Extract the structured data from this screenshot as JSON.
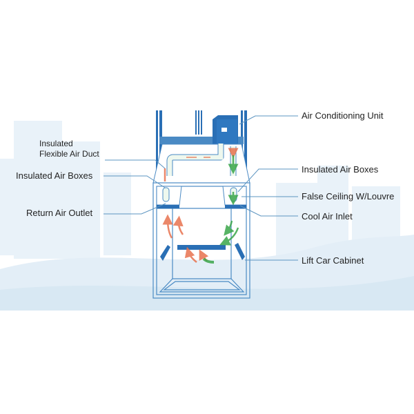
{
  "labels": {
    "air_conditioning_unit": "Air Conditioning Unit",
    "flexible_duct_line1": "Insulated",
    "flexible_duct_line2": "Flexible Air Duct",
    "air_boxes_left": "Insulated Air Boxes",
    "air_boxes_right": "Insulated Air Boxes",
    "false_ceiling": "False Ceiling W/Louvre",
    "return_air_outlet": "Return Air Outlet",
    "cool_air_inlet": "Cool Air Inlet",
    "lift_car_cabinet": "Lift Car Cabinet"
  },
  "colors": {
    "structure_blue": "#2a6fb5",
    "outline_blue": "#4a8ac4",
    "leader_line": "#5b94c0",
    "warm_air": "#e8734f",
    "cool_air": "#3aa64a",
    "background_tint": "#e6f1f8"
  }
}
